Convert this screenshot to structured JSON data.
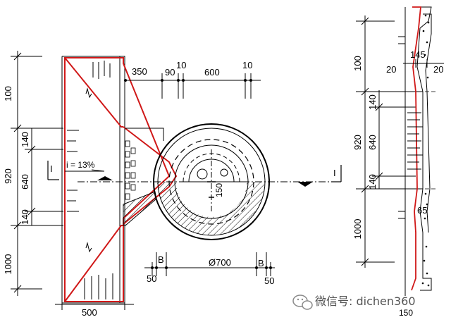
{
  "left_dims": {
    "top": "100",
    "a": "140",
    "b": "640",
    "c": "140",
    "total": "920",
    "bottom": "1000"
  },
  "slope_label": "i = 13%",
  "section_mark": "I",
  "top_dims": {
    "d350": "350",
    "d90": "90",
    "d10a": "10",
    "d600": "600",
    "d10b": "10"
  },
  "pit_dims": {
    "d150": "150"
  },
  "bottom_dims": {
    "d50a": "50",
    "b1": "B",
    "diameter": "Ø700",
    "b2": "B",
    "d50b": "50"
  },
  "base_dim": "500",
  "right_dims": {
    "d145": "145",
    "d20a": "20",
    "d20b": "20",
    "top": "100",
    "a": "140",
    "b": "640",
    "c": "140",
    "total": "920",
    "bottom": "1000",
    "d65": "65",
    "base": "150"
  },
  "watermark": {
    "text": "微信号: dichen360",
    "icon": "wechat-icon"
  },
  "colors": {
    "outline_red": "#d01818",
    "line": "#000000"
  }
}
